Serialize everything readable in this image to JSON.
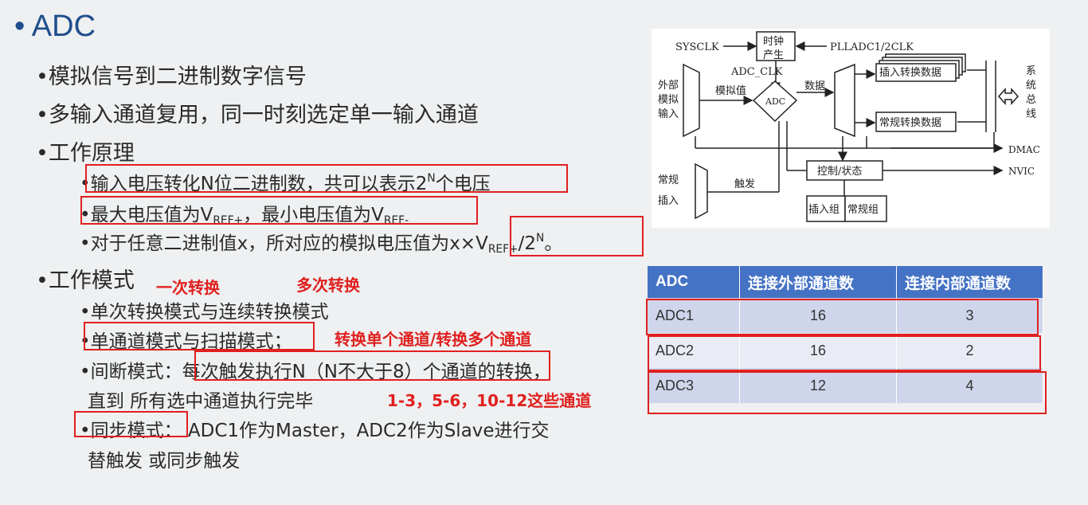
{
  "title_bullet": "•",
  "title": "ADC",
  "bullets": {
    "b1": "•模拟信号到二进制数字信号",
    "b2": "•多输入通道复用，同一时刻选定单一输入通道",
    "b3": "•工作原理",
    "b3_1_pre": "•",
    "b3_1_a": "输入电压转化N位二进制数，共可以表示2",
    "b3_1_sup": "N",
    "b3_1_b": "个电压",
    "b3_2_pre": "•",
    "b3_2_a": "最大电压值为V",
    "b3_2_sub1": "REF+",
    "b3_2_b": "，最小电压值为V",
    "b3_2_sub2": "REF-",
    "b3_3_a": "•对于任意二进制值x，所对应的模拟电压值为",
    "b3_3_b": "x×V",
    "b3_3_sub": "REF+",
    "b3_3_c": "/2",
    "b3_3_sup": "N",
    "b3_3_d": "。",
    "b4": "•工作模式",
    "b4_1": "•单次转换模式与连续转换模式",
    "b4_2_pre": "•",
    "b4_2_a": "单通道模式与扫描模式",
    "b4_2_b": "；",
    "b4_3_a": "•间断模式：",
    "b4_3_b": "每次触发执行N（N不大于8）个通道",
    "b4_3_c": "的转换，",
    "b4_3_line2": "直到 所有选中通道执行完毕",
    "b4_4_pre": "•",
    "b4_4_a": "同步模式：",
    "b4_4_b": "ADC1作为Master，ADC2作为Slave进行交",
    "b4_4_line2": "替触发 或同步触发"
  },
  "annotations": {
    "once": "一次转换",
    "multi": "多次转换",
    "scan_note": "转换单个通道/转换多个通道",
    "channels_note": "1-3，5-6，10-12这些通道"
  },
  "diagram": {
    "sysclk": "SYSCLK",
    "clkgen_1": "时钟",
    "clkgen_2": "产生",
    "pll": "PLLADC1/2CLK",
    "adc_clk": "ADC_CLK",
    "ext_in": [
      "外部",
      "模拟",
      "输入"
    ],
    "analog_val": "模拟值",
    "adc": "ADC",
    "data": "数据",
    "inj_data": "插入转换数据",
    "reg_data": "常规转换数据",
    "sysbus": [
      "系",
      "统",
      "总",
      "线"
    ],
    "dmac": "DMAC",
    "nvic": "NVIC",
    "ctrl": "控制/状态",
    "trigger": "触发",
    "reg_inj": [
      "常规",
      "插入"
    ],
    "inj_grp": "插入组",
    "reg_grp": "常规组"
  },
  "table": {
    "headers": [
      "ADC",
      "连接外部通道数",
      "连接内部通道数"
    ],
    "rows": [
      [
        "ADC1",
        "16",
        "3"
      ],
      [
        "ADC2",
        "16",
        "2"
      ],
      [
        "ADC3",
        "12",
        "4"
      ]
    ]
  },
  "colors": {
    "accent": "#e0201f",
    "title": "#1f4e8c",
    "table_header": "#4472c4"
  }
}
